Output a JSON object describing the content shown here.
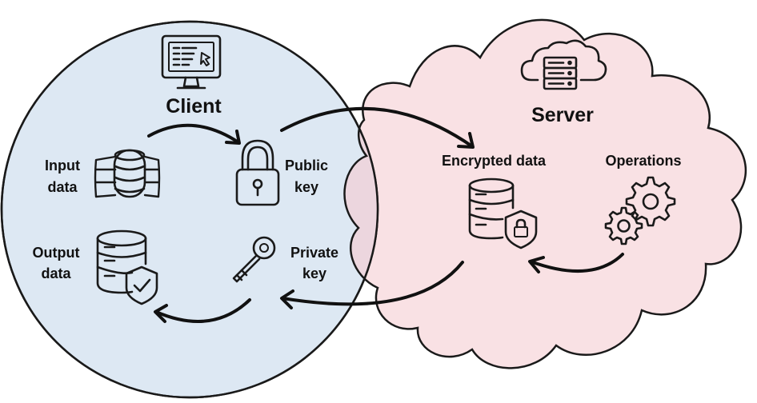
{
  "client": {
    "title": "Client",
    "input_data": [
      "Input",
      "data"
    ],
    "public_key": [
      "Public",
      "key"
    ],
    "output_data": [
      "Output",
      "data"
    ],
    "private_key": [
      "Private",
      "key"
    ]
  },
  "server": {
    "title": "Server",
    "encrypted_data": "Encrypted data",
    "operations": "Operations"
  },
  "colors": {
    "client_fill": "#dde8f3",
    "server_fill": "#f9e1e4",
    "overlap_fill": "#ecd6de",
    "stroke": "#1a1a1a"
  },
  "icons": [
    "computer-monitor-icon",
    "database-icon",
    "padlock-icon",
    "database-shield-check-icon",
    "key-icon",
    "cloud-server-icon",
    "database-lock-icon",
    "gears-icon"
  ]
}
